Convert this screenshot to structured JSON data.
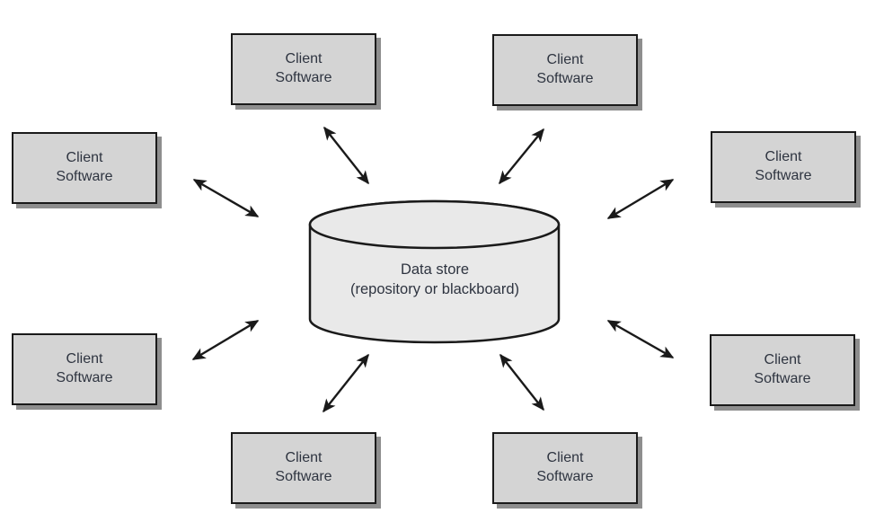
{
  "diagram": {
    "type": "data-centered-architecture",
    "data_store": {
      "title": "Data store",
      "subtitle": "(repository or blackboard)",
      "shape": "cylinder"
    },
    "client_boxes": [
      {
        "id": "top-left",
        "label": "Client\nSoftware"
      },
      {
        "id": "top-right",
        "label": "Client\nSoftware"
      },
      {
        "id": "mid-left",
        "label": "Client\nSoftware"
      },
      {
        "id": "mid-right",
        "label": "Client\nSoftware"
      },
      {
        "id": "lower-left",
        "label": "Client\nSoftware"
      },
      {
        "id": "lower-right",
        "label": "Client\nSoftware"
      },
      {
        "id": "bottom-left",
        "label": "Client\nSoftware"
      },
      {
        "id": "bottom-right",
        "label": "Client\nSoftware"
      }
    ],
    "connections": [
      {
        "from": "data-store",
        "to": "top-left",
        "bidirectional": true
      },
      {
        "from": "data-store",
        "to": "top-right",
        "bidirectional": true
      },
      {
        "from": "data-store",
        "to": "mid-left",
        "bidirectional": true
      },
      {
        "from": "data-store",
        "to": "mid-right",
        "bidirectional": true
      },
      {
        "from": "data-store",
        "to": "lower-left",
        "bidirectional": true
      },
      {
        "from": "data-store",
        "to": "lower-right",
        "bidirectional": true
      },
      {
        "from": "data-store",
        "to": "bottom-left",
        "bidirectional": true
      },
      {
        "from": "data-store",
        "to": "bottom-right",
        "bidirectional": true
      }
    ],
    "colors": {
      "background": "#ffffff",
      "box_fill": "#d4d4d4",
      "cylinder_fill": "#e9e9e9",
      "outline": "#1a1a1a",
      "shadow": "#8e8e8e",
      "text": "#2e3440"
    }
  }
}
